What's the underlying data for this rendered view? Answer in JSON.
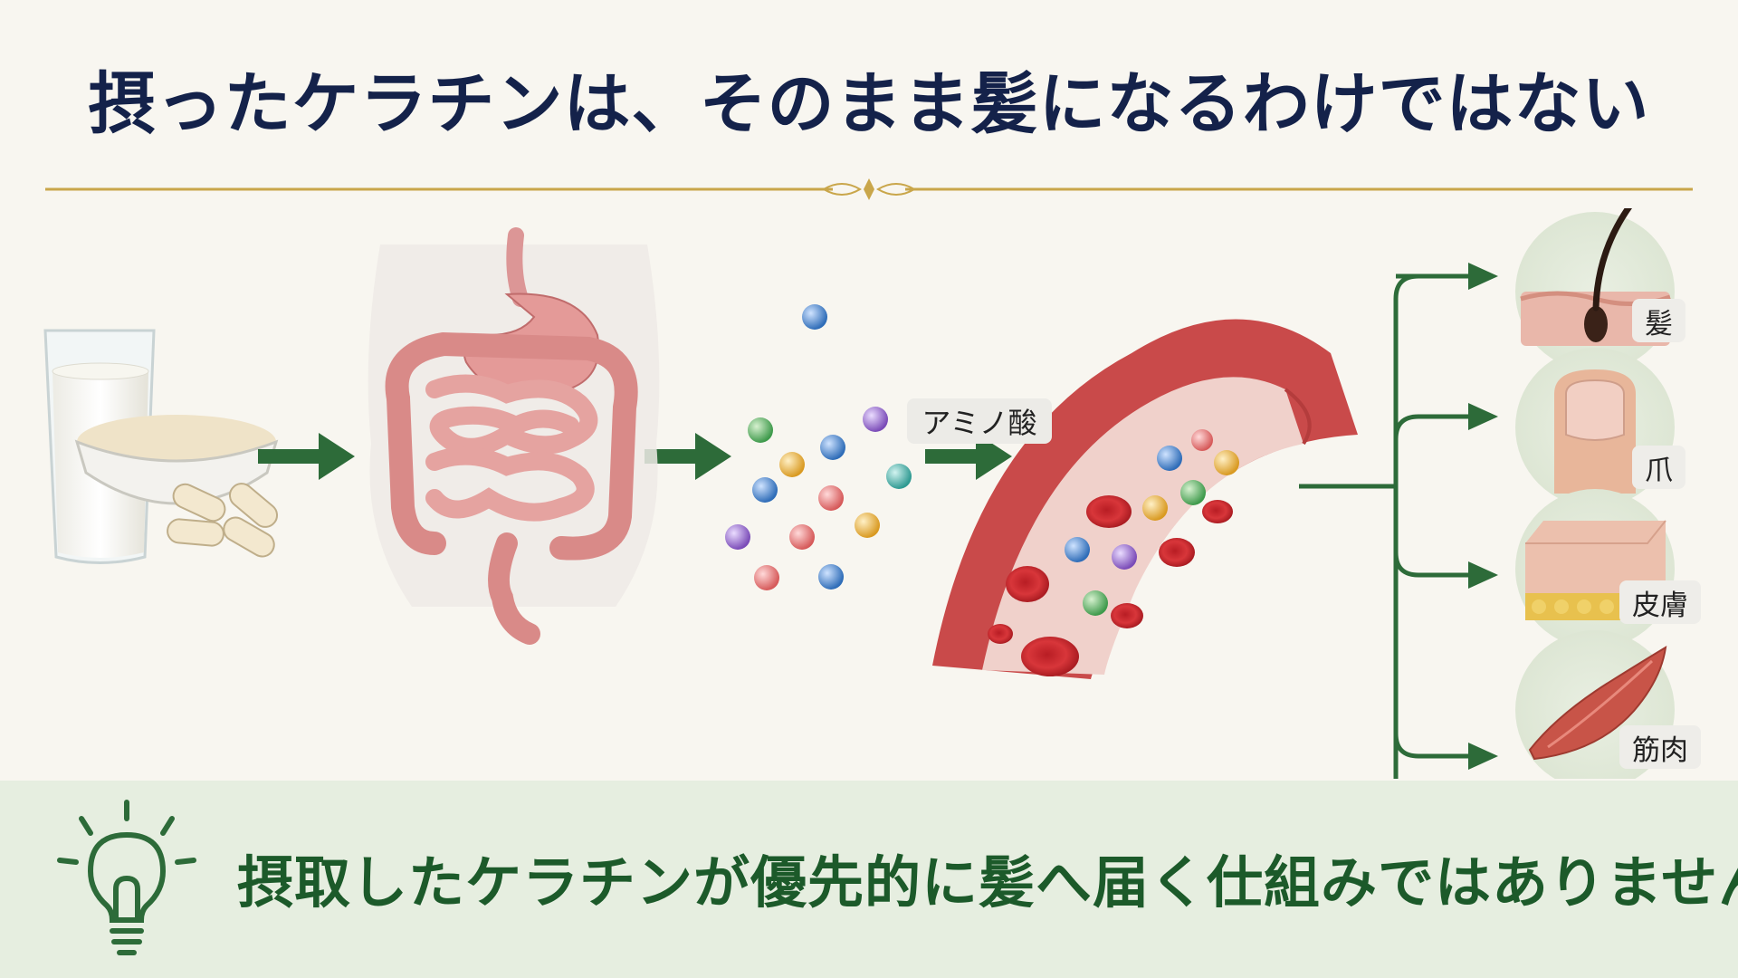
{
  "header": {
    "title": "摂ったケラチンは、そのまま髪になるわけではない"
  },
  "diagram": {
    "molecule_label": "アミノ酸",
    "targets": [
      {
        "id": "hair",
        "label": "髪"
      },
      {
        "id": "nail",
        "label": "爪"
      },
      {
        "id": "skin",
        "label": "皮膚"
      },
      {
        "id": "muscle",
        "label": "筋肉"
      }
    ],
    "colors": {
      "arrow": "#2d6b39",
      "title": "#14224a",
      "banner_text": "#1c5a2a",
      "gold": "#c9a64a",
      "banner_bg": "#e6eee0"
    }
  },
  "footer": {
    "icon": "lightbulb-icon",
    "message": "摂取したケラチンが優先的に髪へ届く仕組みではありません"
  }
}
